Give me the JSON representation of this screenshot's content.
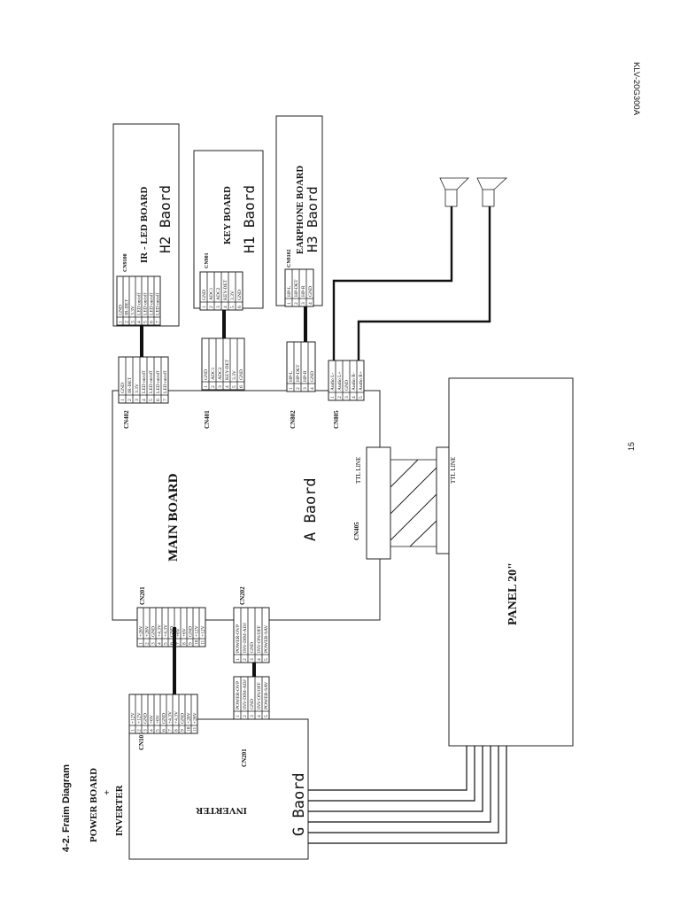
{
  "page": {
    "heading": "4-2. Fraim Diagram",
    "model": "KLV-20G300A",
    "page_number": "15"
  },
  "power_board": {
    "title_line1": "POWER BOARD",
    "title_plus": "+",
    "title_line2": "INVERTER",
    "inverter_label": "INVERTER",
    "board_name": "G Baord",
    "cn101": {
      "label": "CN101",
      "pins": [
        "+12V",
        "+12V",
        "GND",
        "+6V",
        "+6V",
        "GND",
        "+4.3V",
        "+4.3V",
        "GND",
        "+26V",
        "+26V"
      ]
    },
    "cn201": {
      "label": "CN201",
      "pins": [
        "POWER-OVP",
        "INV-DIM-ADJ",
        "GND",
        "INV-ON/OFF",
        "POWER-SAV"
      ]
    }
  },
  "main_board": {
    "title": "MAIN BOARD",
    "board_name": "A Baord",
    "cn201": {
      "label": "CN201",
      "pins": [
        "+26V",
        "+26V",
        "GND",
        "+4.3V",
        "+4.3V",
        "GND",
        "+6V",
        "+6V",
        "GND",
        "+12V",
        "+12V"
      ]
    },
    "cn202": {
      "label": "CN202",
      "pins": [
        "POWER-OVP",
        "INV-DIM-ADJ",
        "GND",
        "INV-ON/OFF",
        "POWER-SAV"
      ]
    },
    "cn402": {
      "label": "CN402",
      "pins": [
        "GND",
        "IR-DET",
        "3.3V",
        "LED on/off",
        "LED on/off",
        "LED on/off",
        "LED on/off"
      ]
    },
    "cn401": {
      "label": "CN401",
      "pins": [
        "GND",
        "ADC1",
        "ADC2",
        "KEY-DET",
        "3.3V",
        "GND"
      ]
    },
    "cn802": {
      "label": "CN802",
      "pins": [
        "HP-L",
        "HP-DET",
        "HP-R",
        "GND"
      ]
    },
    "cn805": {
      "label": "CN805",
      "pins": [
        "Audio L-",
        "Audio L+",
        "GND",
        "Audio R-",
        "Audio R+"
      ]
    },
    "cn405": {
      "label": "CN405"
    },
    "ttl_label": "TTL LINE"
  },
  "ir_led_board": {
    "title": "IR - LED BOARD",
    "board_name": "H2 Baord",
    "connector_label": "CN9100",
    "pins": [
      "GND",
      "IR-DET",
      "3.3V",
      "LED on/off",
      "LED on/off",
      "LED on/off",
      "LED on/off"
    ]
  },
  "key_board": {
    "title": "KEY BOARD",
    "board_name": "H1 Baord",
    "connector_label": "CN901",
    "pins": [
      "GND",
      "ADC1",
      "ADC2",
      "KEY-DET",
      "3.3V",
      "GND"
    ]
  },
  "earphone_board": {
    "title": "EARPHONE BOARD",
    "board_name": "H3 Baord",
    "connector_label": "CN8102",
    "pins": [
      "HP-L",
      "HP-DET",
      "HP-R",
      "GND"
    ]
  },
  "panel": {
    "title": "PANEL 20\"",
    "ttl_label": "TTL LINE"
  }
}
